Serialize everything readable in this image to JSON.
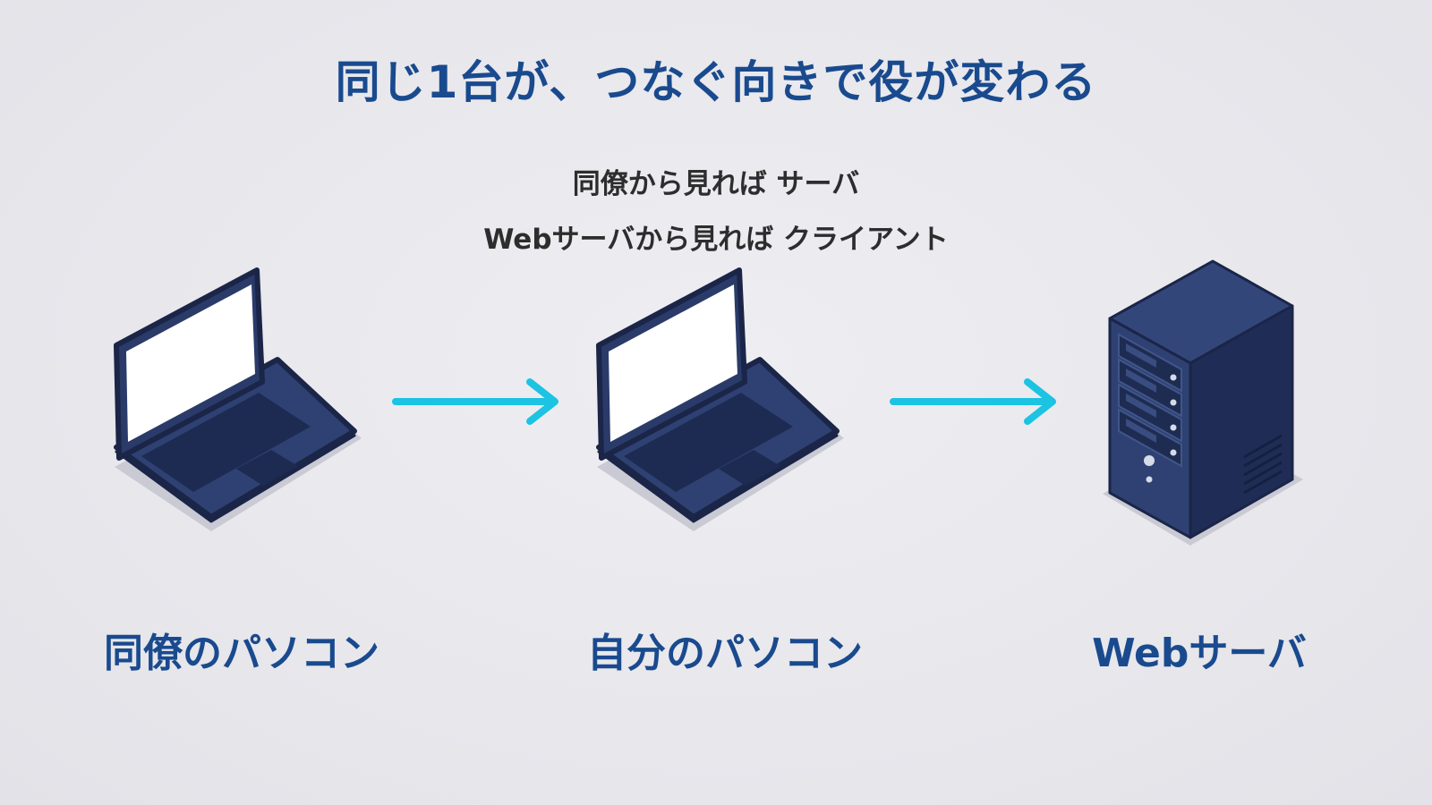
{
  "title": "同じ1台が、つなぐ向きで役が変わる",
  "perspective": {
    "line1": "同僚から見れば サーバ",
    "line2": "Webサーバから見れば クライアント"
  },
  "nodes": [
    {
      "label": "同僚のパソコン",
      "icon": "laptop-icon"
    },
    {
      "label": "自分のパソコン",
      "icon": "laptop-icon"
    },
    {
      "label": "Webサーバ",
      "icon": "server-tower-icon"
    }
  ],
  "edges": [
    {
      "from": "同僚のパソコン",
      "to": "自分のパソコン"
    },
    {
      "from": "自分のパソコン",
      "to": "Webサーバ"
    }
  ],
  "colors": {
    "title": "#1a4a8e",
    "arrow": "#1cc3e3",
    "device_dark": "#1f2d55",
    "device_mid": "#2d3f6e",
    "screen": "#ffffff",
    "shadow": "#c9c9d3"
  }
}
